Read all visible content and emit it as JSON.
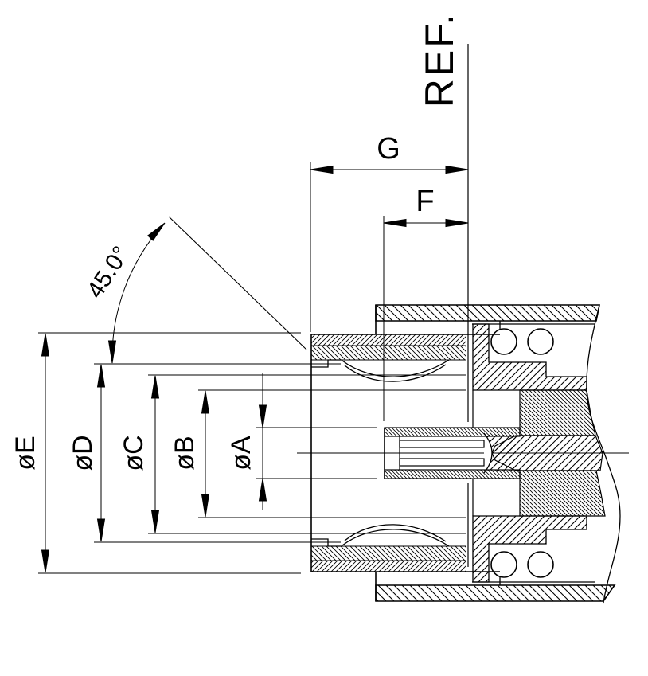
{
  "drawing": {
    "background": "#ffffff",
    "ink": "#000000",
    "labels": {
      "ref": "REF.",
      "g": "G",
      "f": "F",
      "angle": "45.0°",
      "dia_e": "øE",
      "dia_d": "øD",
      "dia_c": "øC",
      "dia_b": "øB",
      "dia_a": "øA"
    }
  }
}
